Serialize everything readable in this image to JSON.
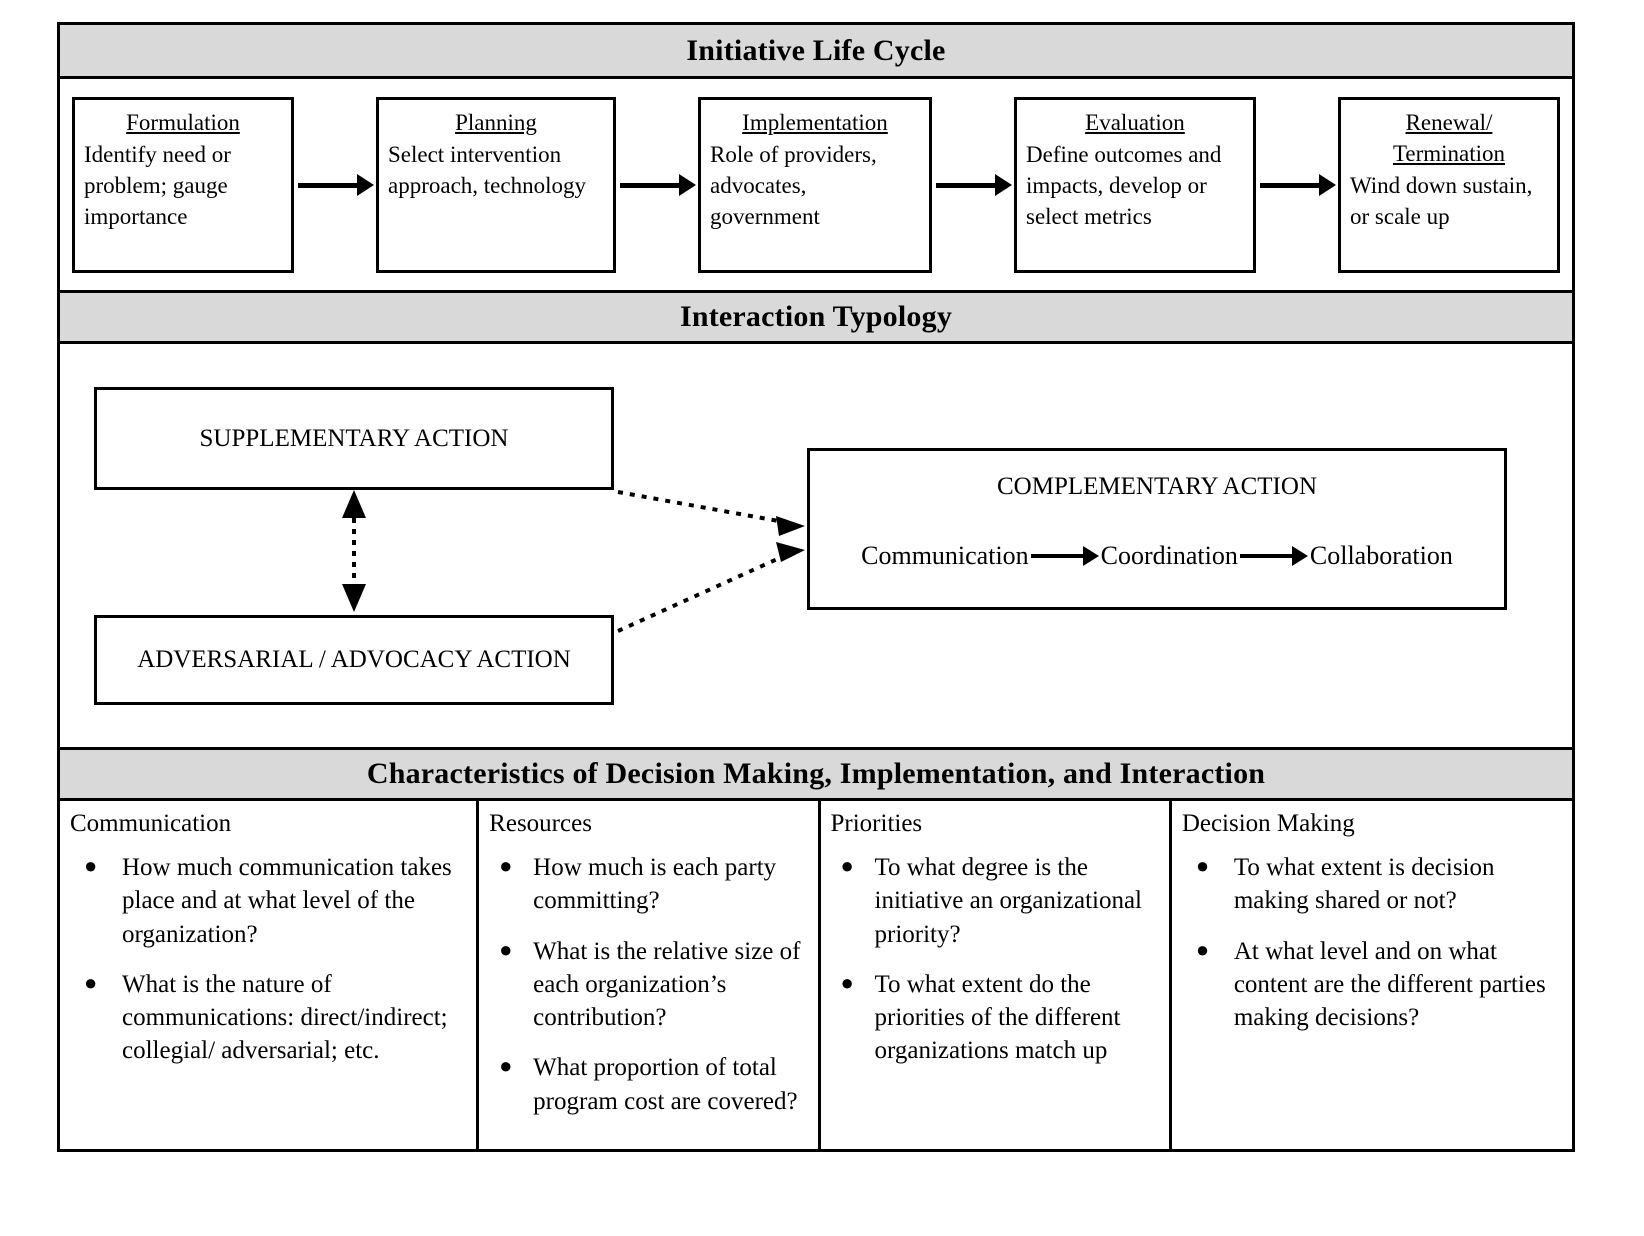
{
  "sections": {
    "lifecycle": {
      "title": "Initiative Life Cycle",
      "stages": [
        {
          "title": "Formulation",
          "desc": "Identify need or problem; gauge importance"
        },
        {
          "title": "Planning",
          "desc": "Select intervention approach, technology"
        },
        {
          "title": "Implementation",
          "desc": "Role of providers, advocates, government"
        },
        {
          "title": "Evaluation",
          "desc": "Define outcomes and impacts, develop or select metrics"
        },
        {
          "title": "Renewal/ Termination",
          "desc": "Wind down sustain, or scale up"
        }
      ]
    },
    "typology": {
      "title": "Interaction Typology",
      "supplementary": "SUPPLEMENTARY ACTION",
      "adversarial": "ADVERSARIAL / ADVOCACY ACTION",
      "complementary_title": "COMPLEMENTARY ACTION",
      "chain": [
        "Communication",
        "Coordination",
        "Collaboration"
      ]
    },
    "characteristics": {
      "title": "Characteristics of Decision Making, Implementation, and Interaction",
      "columns": [
        {
          "heading": "Communication",
          "items": [
            "How much communication takes place and at what level of the organization?",
            "What is the nature of communications: direct/indirect; collegial/ adversarial; etc."
          ]
        },
        {
          "heading": "Resources",
          "items": [
            "How much is each party committing?",
            "What is the relative size of each organization’s contribution?",
            "What proportion of total program cost are covered?"
          ]
        },
        {
          "heading": "Priorities",
          "items": [
            "To what degree is the initiative an organizational priority?",
            "To what extent do the priorities of the different organizations match up"
          ]
        },
        {
          "heading": "Decision Making",
          "items": [
            "To what extent is decision making shared or not?",
            "At what level and on what content are the different parties making decisions?"
          ]
        }
      ]
    }
  },
  "glyphs": {
    "bullet": "●"
  },
  "colors": {
    "band_background": "#d9d9d9",
    "line": "#000000",
    "page_background": "#ffffff"
  }
}
